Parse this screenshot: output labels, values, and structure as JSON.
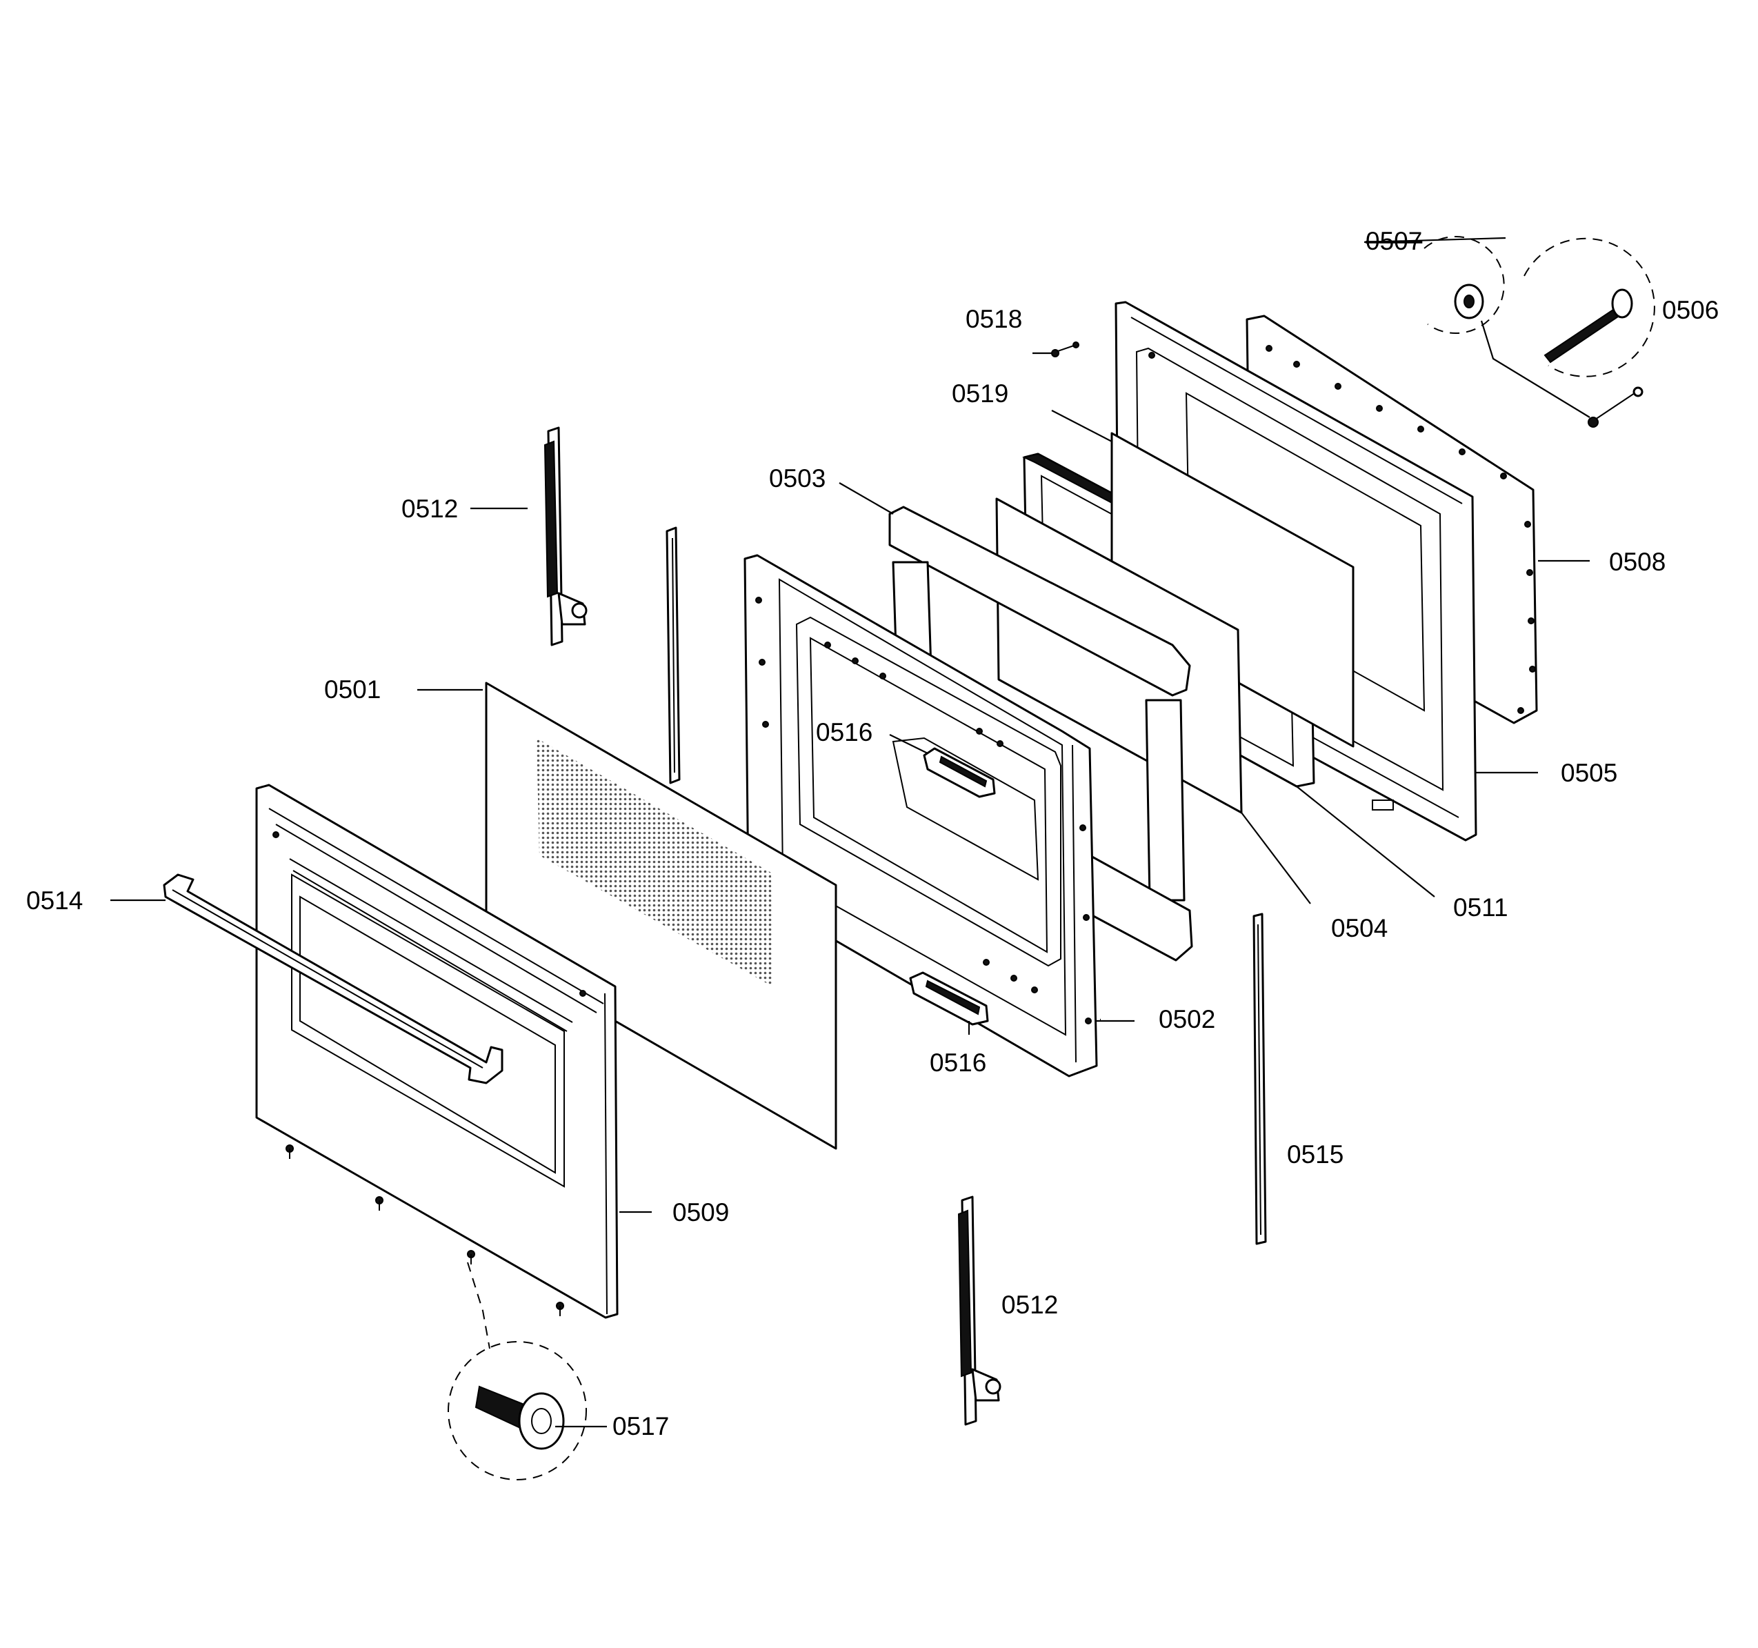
{
  "parts": {
    "p0501": "0501",
    "p0502": "0502",
    "p0503": "0503",
    "p0504": "0504",
    "p0505": "0505",
    "p0506": "0506",
    "p0507": "0507",
    "p0508": "0508",
    "p0509": "0509",
    "p0511": "0511",
    "p0512_top": "0512",
    "p0512_bottom": "0512",
    "p0514": "0514",
    "p0515": "0515",
    "p0516_top": "0516",
    "p0516_bottom": "0516",
    "p0517": "0517",
    "p0518": "0518",
    "p0519": "0519"
  }
}
